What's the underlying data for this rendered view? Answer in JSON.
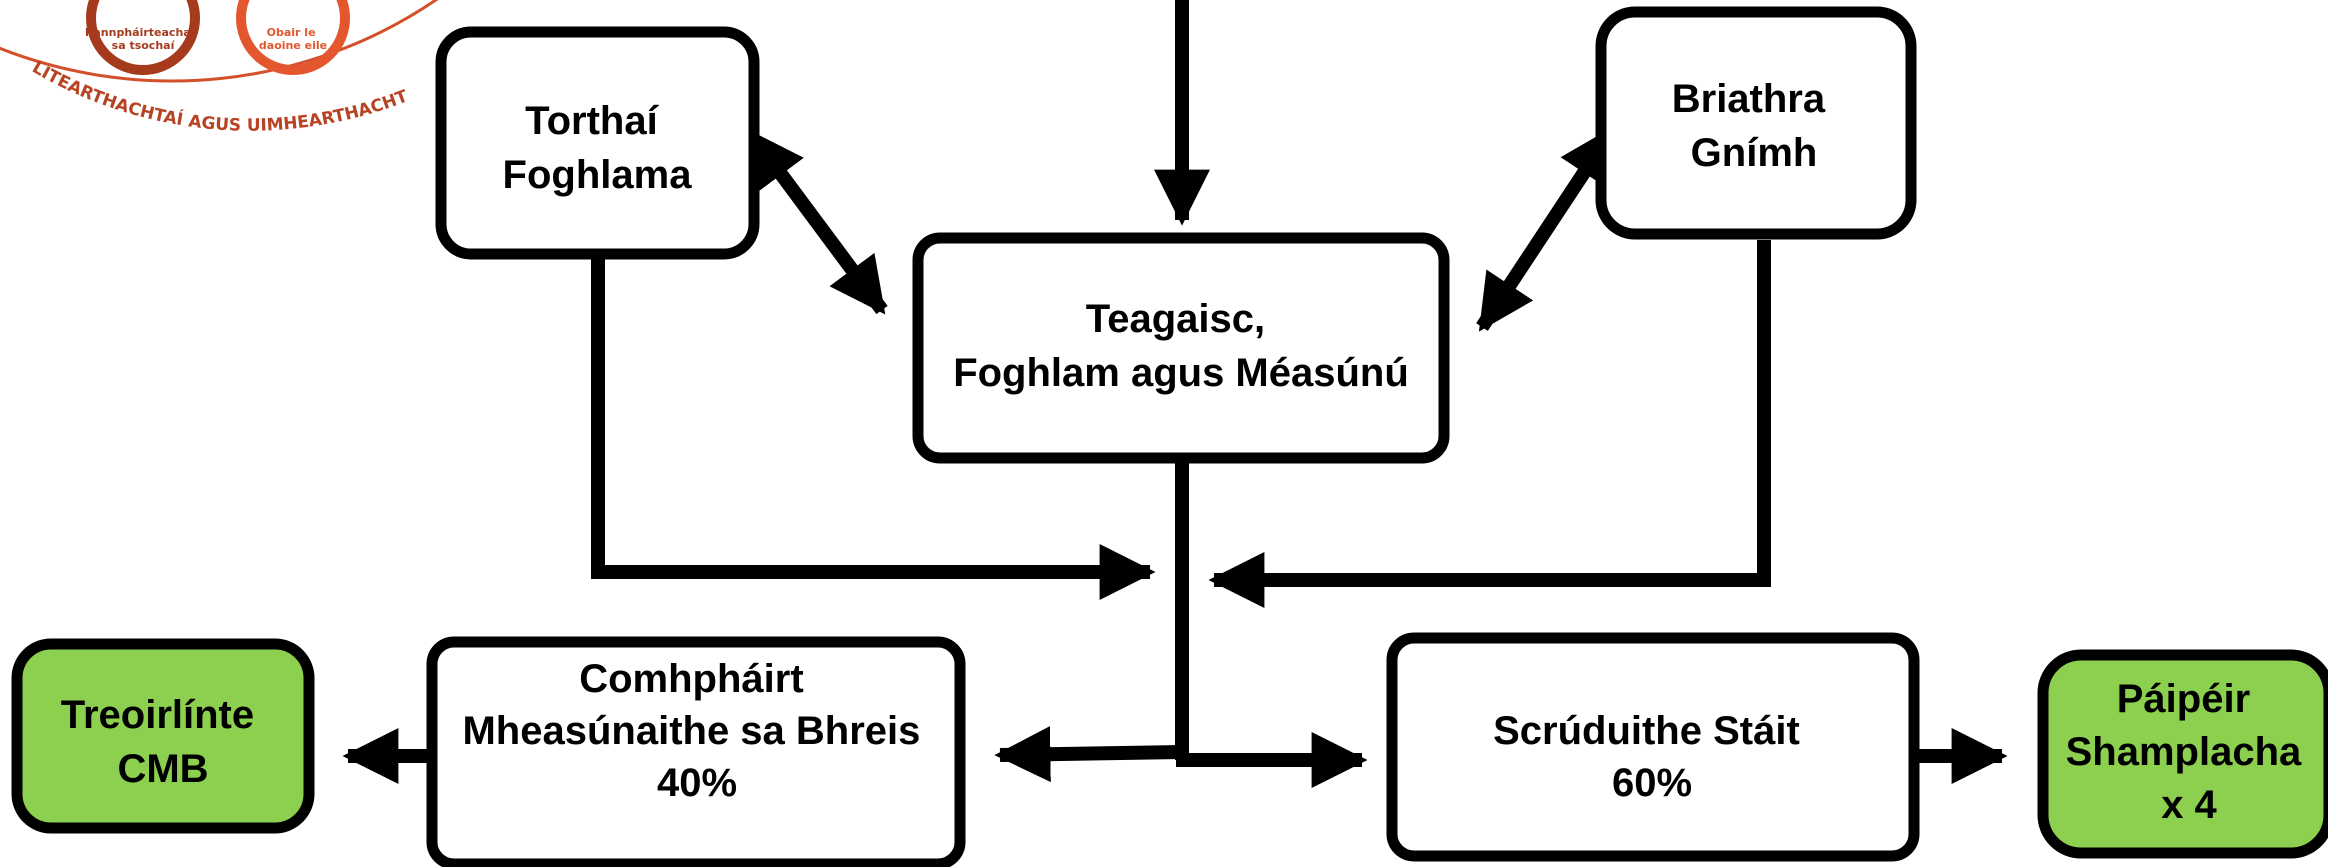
{
  "logo": {
    "circle_left": [
      "Rannpháirteachas",
      "sa tsochaí"
    ],
    "circle_right": [
      "Obair le",
      "daoine eile"
    ],
    "arc_text": "LITEARTHACHTAÍ AGUS UIMHEARTHACHT",
    "color": "#d4502a"
  },
  "boxes": {
    "learning_outcomes": [
      "Torthaí",
      "Foghlama"
    ],
    "action_verbs": [
      "Briathra",
      "Gnímh"
    ],
    "teaching": [
      "Teagaisc,",
      "Foghlam agus Méasúnú"
    ],
    "aac": [
      "Comhpháirt",
      "Mheasúnaithe sa Bhreis",
      "",
      "40%"
    ],
    "state_exams": [
      "Scrúduithe Stáit",
      "60%"
    ],
    "guidelines": [
      "Treoirlínte",
      "CMB"
    ],
    "sample_papers": [
      "Páipéir",
      "Shamplacha",
      "x 4"
    ]
  },
  "colors": {
    "green": "#8dcf4e",
    "stroke": "#000000",
    "white": "#ffffff"
  }
}
